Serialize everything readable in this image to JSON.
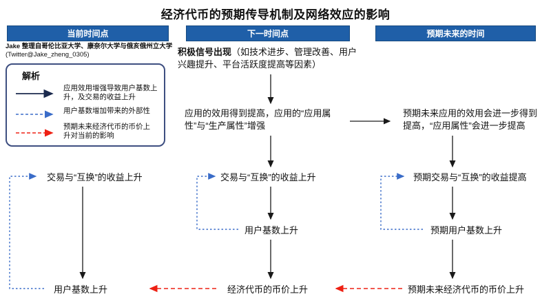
{
  "title": "经济代币的预期传导机制及网络效应的影响",
  "columns": {
    "current": {
      "header": "当前时间点"
    },
    "next": {
      "header": "下一时间点"
    },
    "future": {
      "header": "预期未来的时间"
    }
  },
  "credit": {
    "line1": "Jake 整理自哥伦比亚大学、康奈尔大学与俄亥俄州立大学",
    "line2": "(Twitter@Jake_zheng_0305)"
  },
  "legend": {
    "title": "解析",
    "items": [
      {
        "style": "solid-dark-arrow",
        "label": "应用效用增强导致用户基数上升，及交易的收益上升"
      },
      {
        "style": "dashed-blue-arrow",
        "label": "用户基数增加带来的外部性"
      },
      {
        "style": "dashed-red-arrow",
        "label": "预期未来经济代币的币价上升对当前的影响"
      }
    ]
  },
  "nodes": {
    "current": {
      "exchange": "交易与“互换”的收益上升",
      "userbase": "用户基数上升"
    },
    "next": {
      "signal_bold": "积极信号出现",
      "signal_rest": "（如技术进步、管理改善、用户兴趣提升、平台活跃度提高等因素）",
      "utility": "应用的效用得到提高，应用的“应用属性”与“生产属性”增强",
      "exchange": "交易与“互换”的收益上升",
      "userbase": "用户基数上升",
      "price": "经济代币的币价上升"
    },
    "future": {
      "utility": "预期未来应用的效用会进一步得到提高，“应用属性”会进一步提高",
      "exchange": "预期交易与“互换”的收益提高",
      "userbase": "预期用户基数上升",
      "price": "预期未来经济代币的币价上升"
    }
  },
  "colors": {
    "header-bg": "#1f5fa8",
    "header-border": "#17497f",
    "header-text": "#ffffff",
    "ink": "#111111",
    "arrow": "#1a1a1a",
    "legend-border": "#3d4e80",
    "legend-solid": "#1b2a4e",
    "dash-blue": "#3a6cc8",
    "dash-red": "#ee2013",
    "bg": "#ffffff"
  }
}
